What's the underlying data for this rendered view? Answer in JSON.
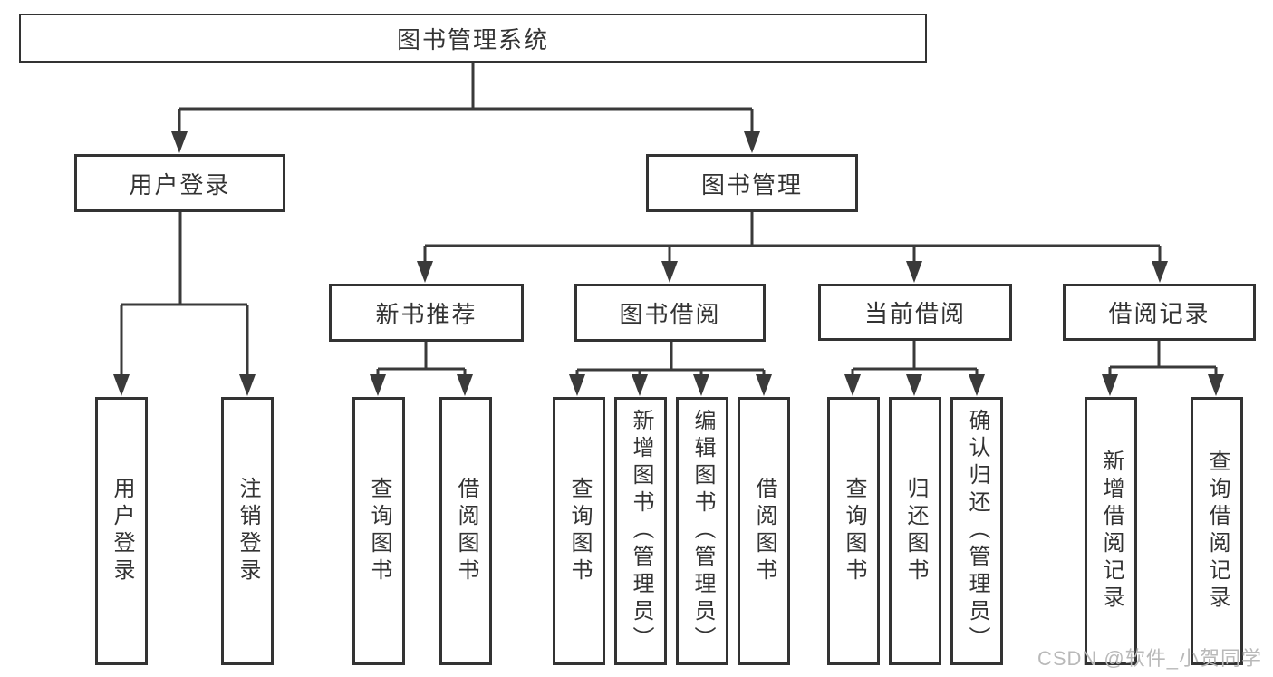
{
  "diagram": {
    "root": {
      "label": "图书管理系统"
    },
    "branches": [
      {
        "label": "用户登录",
        "children": [
          {
            "label": "用户登录"
          },
          {
            "label": "注销登录"
          }
        ]
      },
      {
        "label": "图书管理",
        "children": [
          {
            "label": "新书推荐",
            "children": [
              {
                "label": "查询图书"
              },
              {
                "label": "借阅图书"
              }
            ]
          },
          {
            "label": "图书借阅",
            "children": [
              {
                "label": "查询图书"
              },
              {
                "label": "新增图书（管理员）"
              },
              {
                "label": "编辑图书（管理员）"
              },
              {
                "label": "借阅图书"
              }
            ]
          },
          {
            "label": "当前借阅",
            "children": [
              {
                "label": "查询图书"
              },
              {
                "label": "归还图书"
              },
              {
                "label": "确认归还（管理员）"
              }
            ]
          },
          {
            "label": "借阅记录",
            "children": [
              {
                "label": "新增借阅记录"
              },
              {
                "label": "查询借阅记录"
              }
            ]
          }
        ]
      }
    ]
  },
  "watermark": "CSDN @软件_小贺同学",
  "colors": {
    "line": "#3a3a3a",
    "border": "#333333",
    "text": "#333333",
    "watermark": "#b9b9b9",
    "background": "#ffffff"
  }
}
